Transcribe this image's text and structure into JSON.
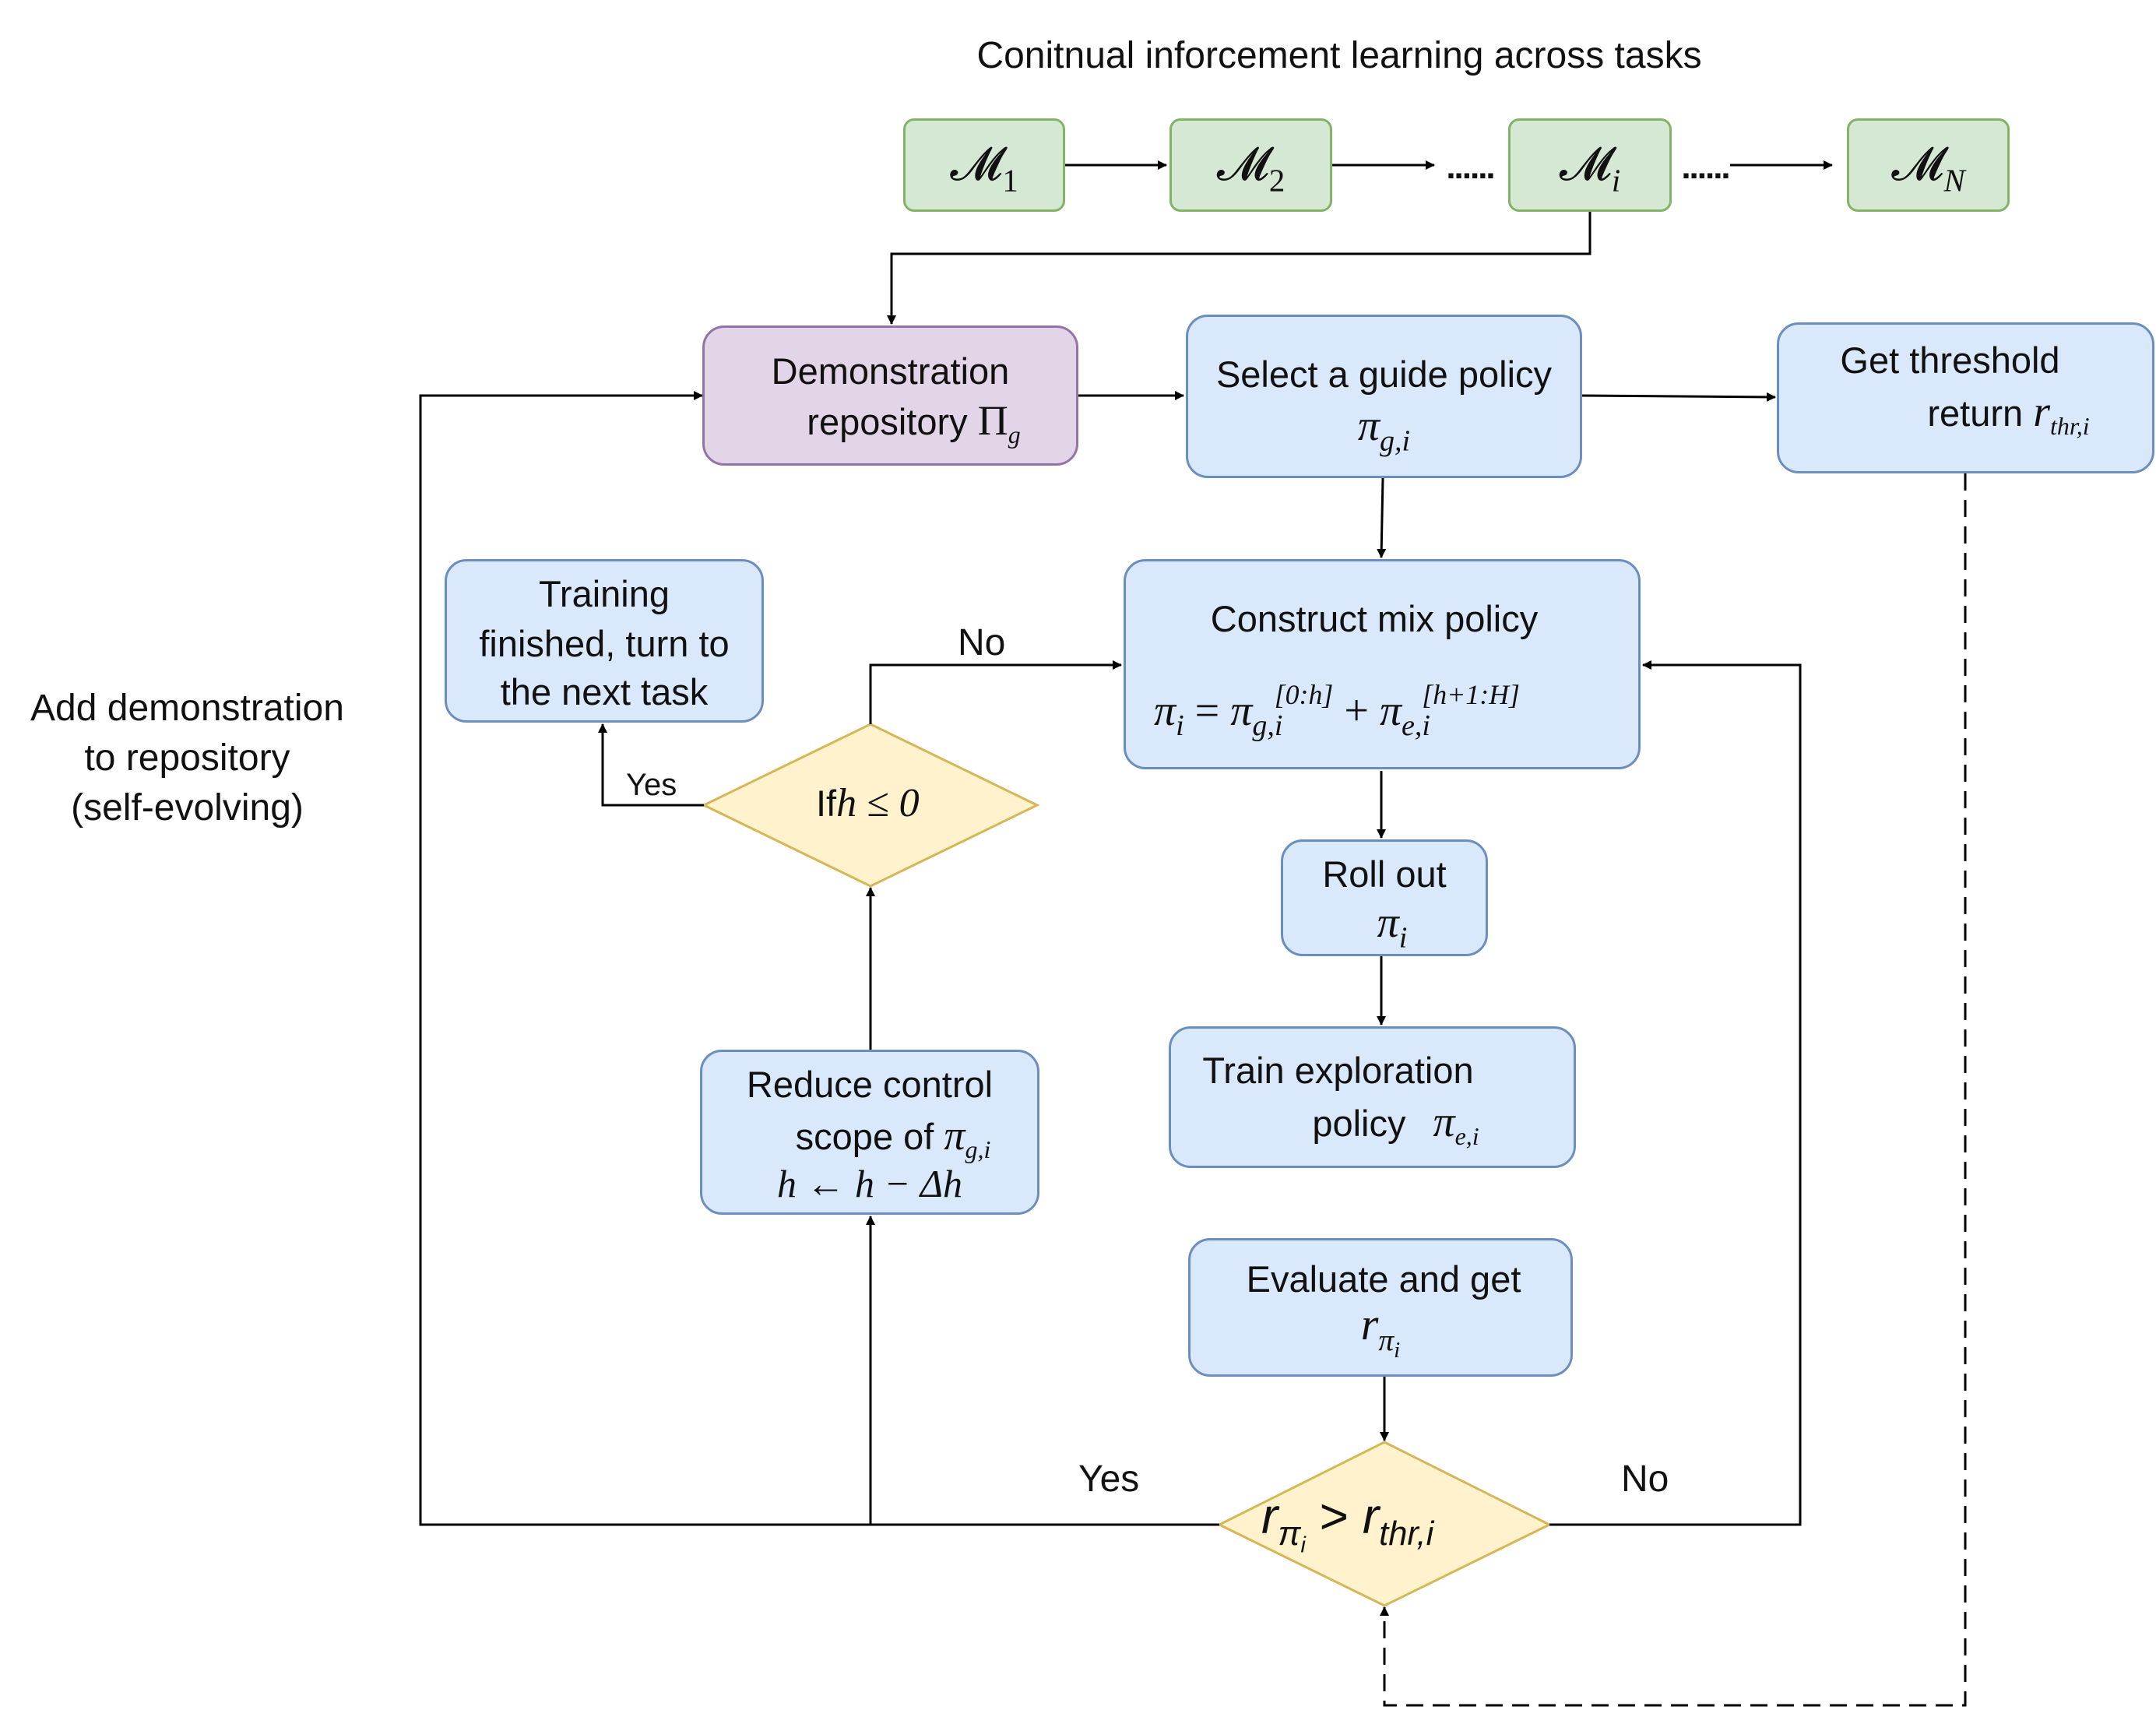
{
  "title": "Conitnual inforcement learning across tasks",
  "tasks": [
    {
      "base": "𝓜",
      "sub": "1"
    },
    {
      "base": "𝓜",
      "sub": "2"
    },
    {
      "base": "𝓜",
      "sub": "i"
    },
    {
      "base": "𝓜",
      "sub": "N"
    }
  ],
  "ellipsis": "......",
  "nodes": {
    "demo_repo": {
      "line1": "Demonstration",
      "line2": "repository",
      "sym": "Π",
      "sym_sub": "g"
    },
    "select_guide": {
      "line1": "Select a guide policy",
      "sym": "π",
      "sym_sub": "g,i"
    },
    "threshold": {
      "line1": "Get threshold",
      "line2": "return",
      "sym": "r",
      "sym_sub": "thr,i"
    },
    "training_finished": {
      "line1": "Training",
      "line2": "finished, turn to",
      "line3": "the next task"
    },
    "construct_mix": {
      "line1": "Construct mix policy",
      "pi": "π",
      "i": "i",
      "eq": "=",
      "plus": "+",
      "g_sub": "g,i",
      "g_sup": "[0:h]",
      "e_sub": "e,i",
      "e_sup": "[h+1:H]"
    },
    "rollout": {
      "line1": "Roll out",
      "sym": "π",
      "sym_sub": "i"
    },
    "train_explore": {
      "line1": "Train exploration",
      "line2": "policy",
      "sym": "π",
      "sym_sub": "e,i"
    },
    "reduce_scope": {
      "line1": "Reduce control",
      "line2": "scope of",
      "sym": "π",
      "sym_sub": "g,i",
      "line3": "h ← h − Δh"
    },
    "evaluate": {
      "line1": "Evaluate and get",
      "sym": "r",
      "sym_sub": "π",
      "sym_subsub": "i"
    },
    "decision_h": {
      "prefix": "If",
      "expr": "h ≤ 0"
    },
    "decision_r": {
      "r1": "r",
      "r1_sub": "π",
      "r1_subsub": "i",
      "gt": ">",
      "r2": "r",
      "r2_sub": "thr,i"
    }
  },
  "edge_labels": {
    "no_top": "No",
    "yes_left": "Yes",
    "yes_bottom": "Yes",
    "no_bottom": "No"
  },
  "side_label": {
    "line1": "Add demonstration",
    "line2": "to repository",
    "line3": "(self-evolving)"
  },
  "colors": {
    "blue_fill": "#dae8fc",
    "blue_stroke": "#6c8ebf",
    "green_fill": "#d5e8d4",
    "green_stroke": "#82b366",
    "purple_fill": "#e1d5e7",
    "purple_stroke": "#9673a6",
    "yellow_fill": "#fff2cc",
    "yellow_stroke": "#d6b656"
  }
}
